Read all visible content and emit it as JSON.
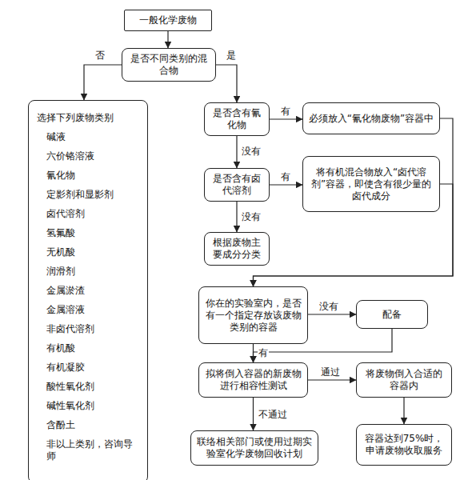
{
  "diagram": {
    "nodes": [
      {
        "text": [
          "一般化学废物"
        ]
      },
      {
        "text": [
          "是否不同类别的混合物"
        ]
      },
      {
        "text": [
          "选择下列废物类别",
          "碱液",
          "六价铬溶液",
          "氰化物",
          "定影剂和显影剂",
          "卤代溶剂",
          "氢氟酸",
          "无机酸",
          "润滑剂",
          "金属淤渣",
          "金属溶液",
          "非卤代溶剂",
          "有机酸",
          "有机凝胶",
          "酸性氧化剂",
          "碱性氧化剂",
          "含酚土",
          "非以上类别，咨询导师"
        ]
      },
      {
        "text": [
          "是否含有氰化物"
        ]
      },
      {
        "text": [
          "必须放入“氰化物废物”容器中"
        ]
      },
      {
        "text": [
          "是否含有卤代溶剂"
        ]
      },
      {
        "text": [
          "将有机混合物放入“卤代溶剂”容器，即使含有很少量的卤代成分"
        ]
      },
      {
        "text": [
          "根据废物主要成分分类"
        ]
      },
      {
        "text": [
          "你在的实验室内，是否有一个指定存放该废物类别的容器"
        ]
      },
      {
        "text": [
          "配备"
        ]
      },
      {
        "text": [
          "拟将倒入容器的新废物进行相容性测试"
        ]
      },
      {
        "text": [
          "将废物倒入合适的容器内"
        ]
      },
      {
        "text": [
          "联络相关部门或使用过期实验室化学废物回收计划"
        ]
      },
      {
        "text": [
          "容器达到75%时，申请废物收取服务"
        ]
      }
    ],
    "edges": [
      {
        "from": 0,
        "to": 1,
        "arrow": "to"
      },
      {
        "from": 1,
        "to": 2,
        "label": "否",
        "arrow": "to"
      },
      {
        "from": 1,
        "to": 3,
        "label": "是",
        "arrow": "to"
      },
      {
        "from": 3,
        "to": 4,
        "label": "有",
        "arrow": "to"
      },
      {
        "from": 3,
        "to": 5,
        "label": "没有",
        "arrow": "to"
      },
      {
        "from": 5,
        "to": 6,
        "label": "有",
        "arrow": "to"
      },
      {
        "from": 5,
        "to": 7,
        "label": "没有",
        "arrow": "to"
      },
      {
        "from": 4,
        "to": 8,
        "arrow": "to"
      },
      {
        "from": 6,
        "to": 8,
        "arrow": "to"
      },
      {
        "from": 8,
        "to": 9,
        "label": "没有",
        "arrow": "to"
      },
      {
        "from": 9,
        "to": 10,
        "arrow": "to"
      },
      {
        "from": 8,
        "to": 10,
        "label": "有",
        "arrow": "to"
      },
      {
        "from": 10,
        "to": 11,
        "label": "通过",
        "arrow": "to"
      },
      {
        "from": 10,
        "to": 12,
        "label": "不通过",
        "arrow": "to"
      },
      {
        "from": 11,
        "to": 13,
        "arrow": "to"
      }
    ]
  }
}
